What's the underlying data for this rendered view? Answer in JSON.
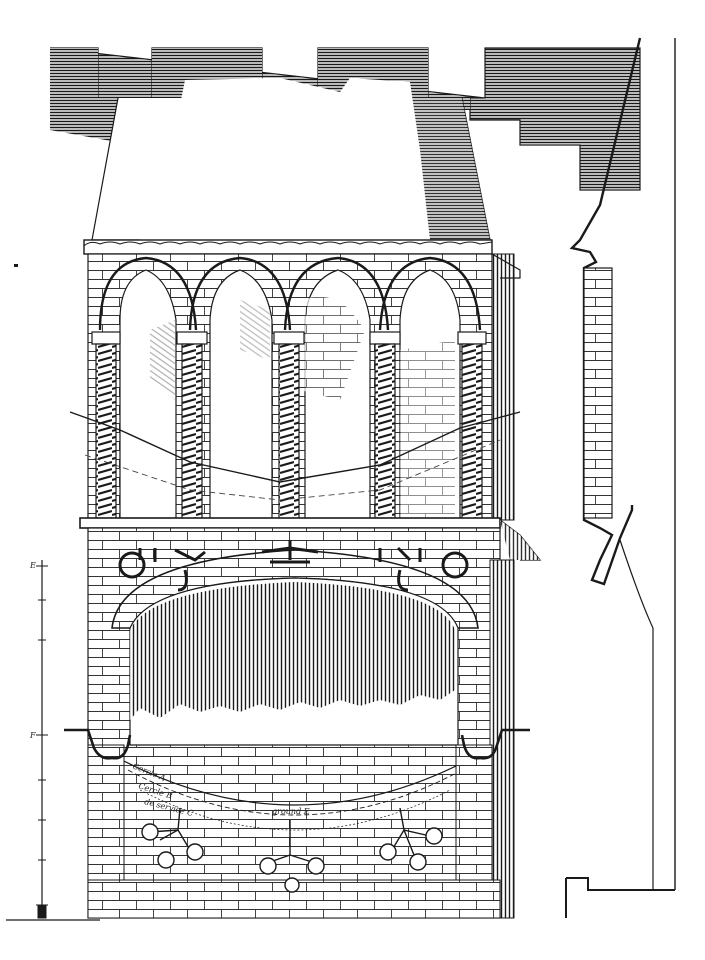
{
  "drawing": {
    "subject": "",
    "annotations": {
      "label_a": "Cercle A",
      "label_b": "Cercle B",
      "label_c": "de service C",
      "label_d": "ground E",
      "mark_top": "E",
      "mark_mid": "F"
    },
    "colors": {
      "ink": "#1a1a1a",
      "paper": "#ffffff",
      "hatch": "#2b2b2b"
    }
  }
}
